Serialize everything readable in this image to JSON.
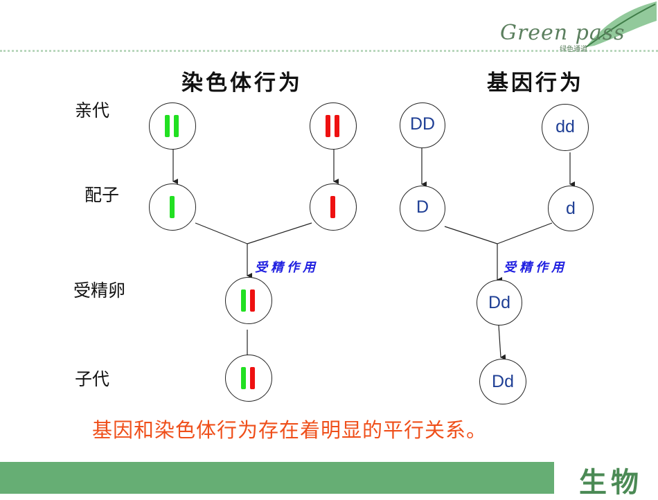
{
  "logo": {
    "text": "Green pass",
    "subtitle": "绿色通道"
  },
  "headings": {
    "chromosome": "染色体行为",
    "gene": "基因行为"
  },
  "row_labels": {
    "parent": "亲代",
    "gamete": "配子",
    "zygote": "受精卵",
    "offspring": "子代"
  },
  "fertilization": {
    "left": "受精作用",
    "right": "受精作用"
  },
  "genes": {
    "parent_left": "DD",
    "parent_right": "dd",
    "gamete_left": "D",
    "gamete_right": "d",
    "zygote": "Dd",
    "offspring": "Dd"
  },
  "conclusion": "基因和染色体行为存在着明显的平行关系。",
  "footer_subject": "生物",
  "colors": {
    "maternal": "#22e022",
    "paternal": "#ee1111",
    "gene_text": "#1f3f95",
    "conclusion": "#ef4f1a",
    "band": "#66ae74"
  }
}
